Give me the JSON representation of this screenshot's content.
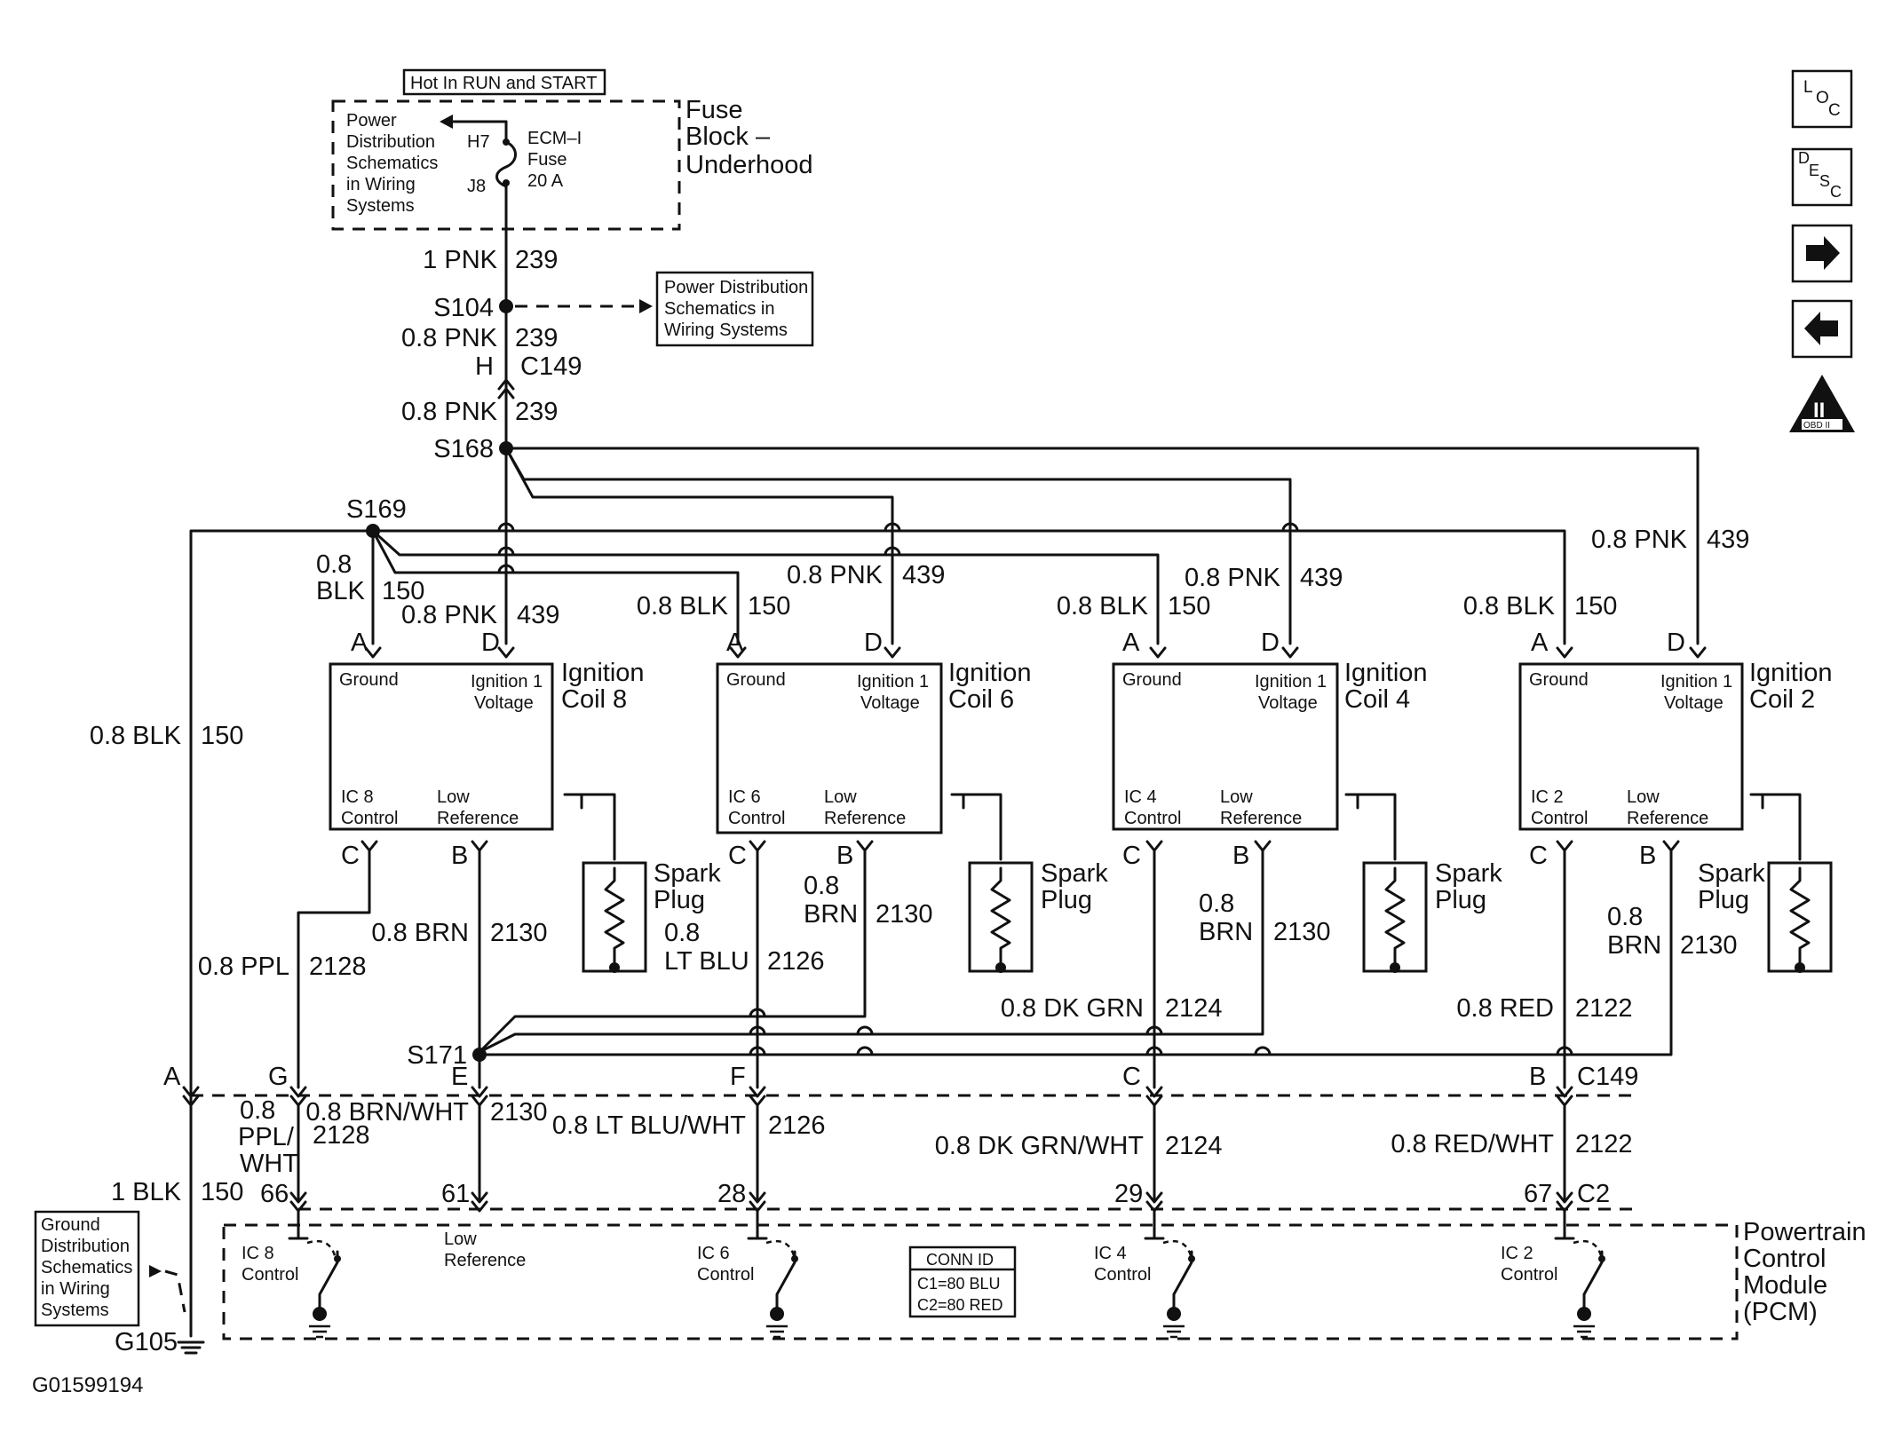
{
  "figure_id": "G01599194",
  "nav": {
    "loc_letters": [
      "L",
      "O",
      "C"
    ],
    "desc_letters": [
      "D",
      "E",
      "S",
      "C"
    ],
    "obd_roman": "II",
    "obd_label": "OBD II"
  },
  "fuse_block": {
    "hot_label": "Hot In RUN and START",
    "title": [
      "Fuse",
      "Block –",
      "Underhood"
    ],
    "power_dist_note": [
      "Power",
      "Distribution",
      "Schematics",
      "in Wiring",
      "Systems"
    ],
    "pin_top": "H7",
    "pin_bottom": "J8",
    "fuse_label": [
      "ECM–I",
      "Fuse",
      "20 A"
    ]
  },
  "splices": {
    "s104": "S104",
    "s168": "S168",
    "s169": "S169",
    "s171": "S171",
    "g105": "G105"
  },
  "wires": {
    "w1_gauge": "1 PNK",
    "w1_circuit": "239",
    "w2_gauge": "0.8 PNK",
    "w2_circuit": "239",
    "w3_gauge": "0.8 PNK",
    "w3_circuit": "239",
    "pnk439_gauge": "0.8 PNK",
    "pnk439_circuit": "439",
    "blk150_gauge": "0.8 BLK",
    "blk150_circuit": "150",
    "blk150_gauge_a": "0.8",
    "blk150_gauge_b": "BLK",
    "brn_gauge": "0.8 BRN",
    "brn_gauge_a": "0.8",
    "brn_gauge_b": "BRN",
    "brn_circuit": "2130",
    "ppl_gauge": "0.8 PPL",
    "ppl_circuit": "2128",
    "ltblu_gauge_a": "0.8",
    "ltblu_gauge_b": "LT BLU",
    "ltblu_circuit": "2126",
    "dkgrn_gauge": "0.8 DK GRN",
    "dkgrn_circuit": "2124",
    "red_gauge": "0.8 RED",
    "red_circuit": "2122",
    "brnwht_gauge": "0.8 BRN/WHT",
    "brnwht_circuit": "2130",
    "pplwht_gauge_a": "0.8",
    "pplwht_gauge_b": "PPL/",
    "pplwht_gauge_c": "WHT",
    "pplwht_circuit": "2128",
    "ltbluwht_gauge": "0.8 LT BLU/WHT",
    "ltbluwht_circuit": "2126",
    "dkgrnwht_gauge": "0.8 DK GRN/WHT",
    "dkgrnwht_circuit": "2124",
    "redwht_gauge": "0.8 RED/WHT",
    "redwht_circuit": "2122",
    "gnd_gauge": "1 BLK",
    "gnd_circuit": "150"
  },
  "power_dist_box": [
    "Power Distribution",
    "Schematics in",
    "Wiring Systems"
  ],
  "connectors": {
    "c149_top_pin": "H",
    "c149_top": "C149",
    "c149": "C149",
    "c2": "C2",
    "pins_c149": [
      "A",
      "G",
      "E",
      "F",
      "C",
      "B"
    ],
    "pins_c2": [
      "66",
      "61",
      "28",
      "29",
      "67"
    ]
  },
  "coils": [
    {
      "title": [
        "Ignition",
        "Coil 8"
      ],
      "ic": [
        "IC 8",
        "Control"
      ]
    },
    {
      "title": [
        "Ignition",
        "Coil 6"
      ],
      "ic": [
        "IC 6",
        "Control"
      ]
    },
    {
      "title": [
        "Ignition",
        "Coil 4"
      ],
      "ic": [
        "IC 4",
        "Control"
      ]
    },
    {
      "title": [
        "Ignition",
        "Coil 2"
      ],
      "ic": [
        "IC 2",
        "Control"
      ]
    }
  ],
  "coil_common": {
    "ground": "Ground",
    "ign": [
      "Ignition 1",
      "Voltage"
    ],
    "low_ref": [
      "Low",
      "Reference"
    ],
    "pin_a": "A",
    "pin_b": "B",
    "pin_c": "C",
    "pin_d": "D"
  },
  "spark_plug": [
    "Spark",
    "Plug"
  ],
  "ground_note": [
    "Ground",
    "Distribution",
    "Schematics",
    "in Wiring",
    "Systems"
  ],
  "pcm": {
    "title": [
      "Powertrain",
      "Control",
      "Module",
      "(PCM)"
    ],
    "low_ref": [
      "Low",
      "Reference"
    ],
    "conn_id": [
      "CONN ID",
      "C1=80 BLU",
      "C2=80 RED"
    ]
  }
}
